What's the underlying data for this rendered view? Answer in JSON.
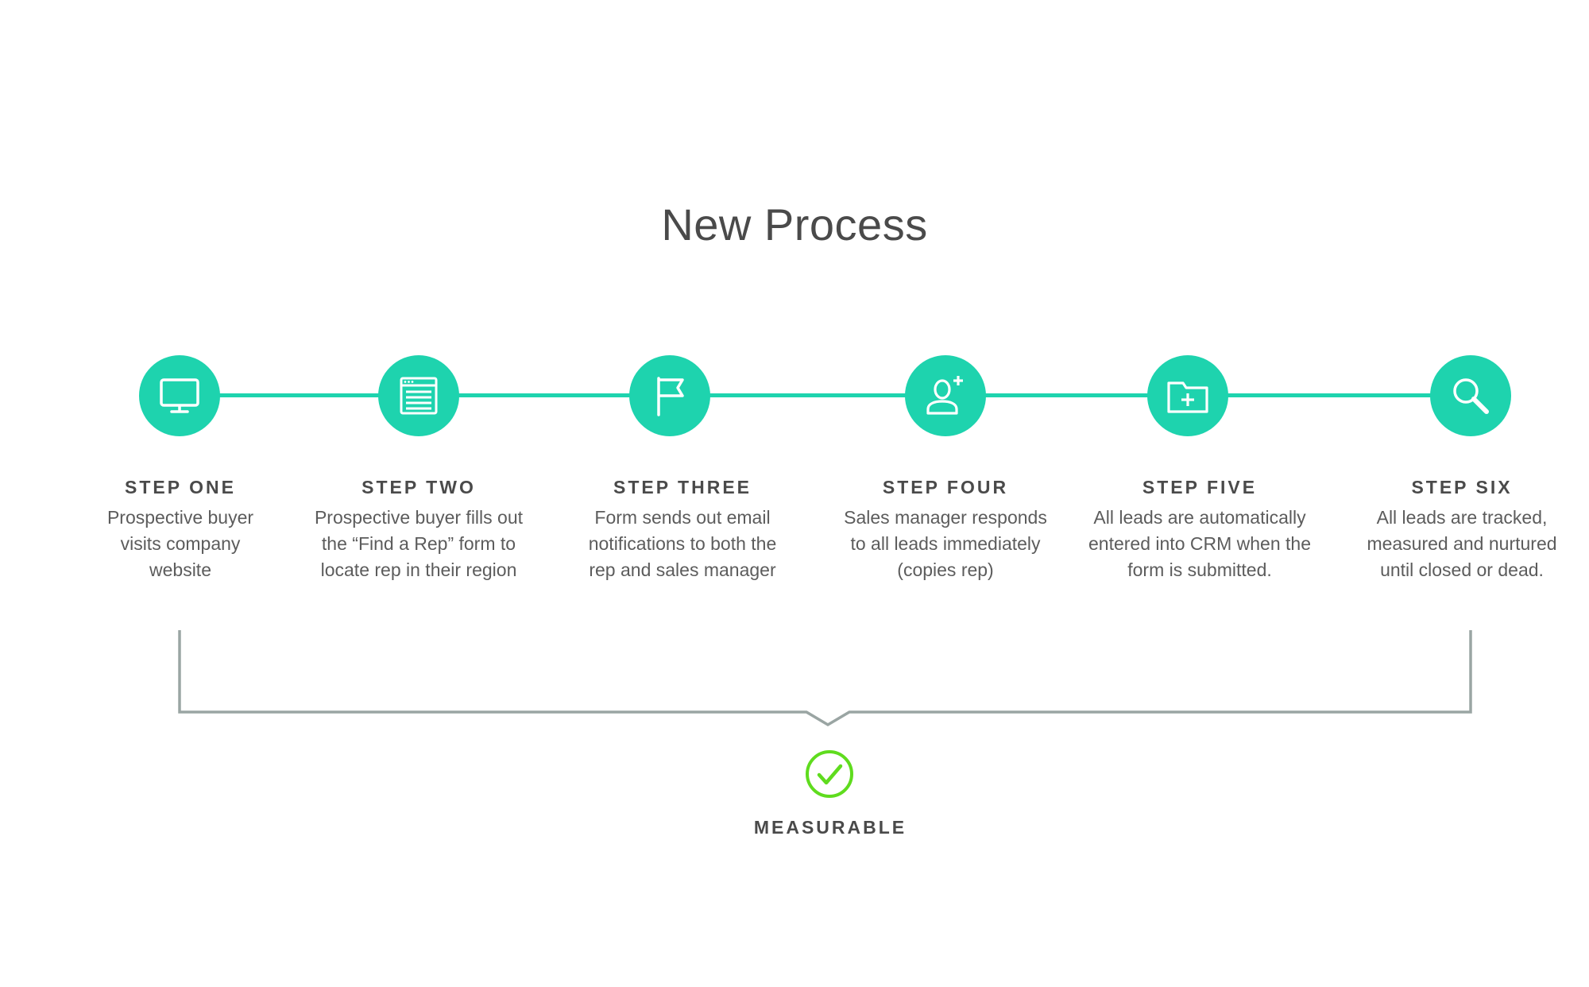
{
  "title": "New Process",
  "accent_color": "#1ed3ae",
  "bracket_color": "#9aa5a3",
  "check_color": "#5fdc1e",
  "steps": [
    {
      "label": "STEP ONE",
      "icon": "monitor-icon",
      "lines": [
        "Prospective buyer",
        "visits company",
        "website"
      ]
    },
    {
      "label": "STEP TWO",
      "icon": "browser-window-icon",
      "lines": [
        "Prospective buyer fills out",
        "the “Find a Rep” form to",
        "locate rep in their region"
      ]
    },
    {
      "label": "STEP THREE",
      "icon": "flag-icon",
      "lines": [
        "Form sends out email",
        "notifications to both the",
        "rep and sales manager"
      ]
    },
    {
      "label": "STEP FOUR",
      "icon": "add-user-icon",
      "lines": [
        "Sales manager responds",
        "to all leads immediately",
        "(copies rep)"
      ]
    },
    {
      "label": "STEP FIVE",
      "icon": "folder-add-icon",
      "lines": [
        "All leads are automatically",
        "entered into CRM when the",
        "form is submitted."
      ]
    },
    {
      "label": "STEP SIX",
      "icon": "search-icon",
      "lines": [
        "All leads are tracked,",
        "measured and nurtured",
        "until closed or dead."
      ]
    }
  ],
  "result": {
    "label": "MEASURABLE",
    "icon": "checkmark-circle-icon"
  }
}
